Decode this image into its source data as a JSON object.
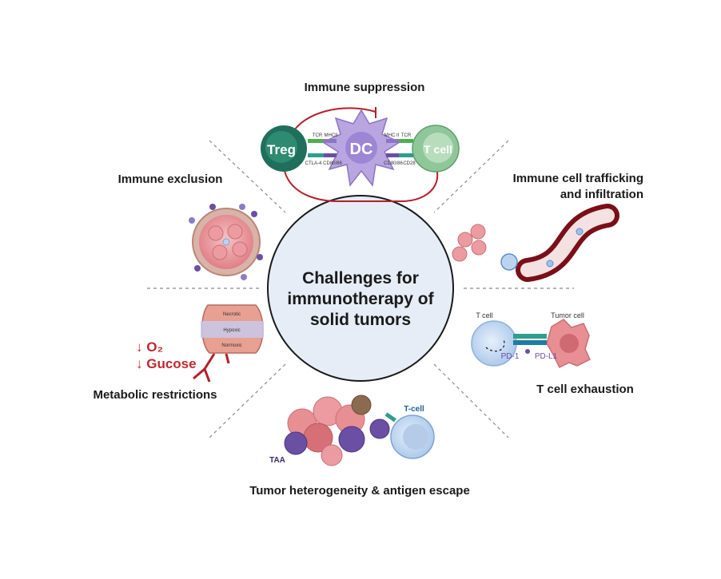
{
  "center": {
    "line1": "Challenges for",
    "line2": "immunotherapy of",
    "line3": "solid tumors"
  },
  "sections": {
    "immune_suppression": "Immune suppression",
    "immune_exclusion": "Immune exclusion",
    "trafficking_line1": "Immune cell trafficking",
    "trafficking_line2": "and infiltration",
    "metabolic": "Metabolic restrictions",
    "exhaustion": "T cell exhaustion",
    "heterogeneity": "Tumor heterogeneity & antigen escape"
  },
  "suppression_panel": {
    "treg": "Treg",
    "dc": "DC",
    "tcell": "T cell",
    "tcr_left": "TCR",
    "mhc_left": "MHCII",
    "mhc_right": "MHC II",
    "tcr_right": "TCR",
    "ctla4": "CTLA-4",
    "cd80_left": "CD80/86",
    "cd80_right": "CD80/86",
    "cd28": "CD28"
  },
  "metabolic_panel": {
    "necrotic": "Necrotic",
    "hypoxic": "Hypoxic",
    "normoxic": "Normoxic",
    "o2": "↓ O₂",
    "glucose": "↓ Gucose"
  },
  "exhaustion_panel": {
    "tcell": "T cell",
    "tumor_cell": "Tumor cell",
    "pd1": "PD-1",
    "pdl1": "PD-L1"
  },
  "heterogeneity_panel": {
    "taa": "TAA",
    "tcell": "T-cell"
  },
  "colors": {
    "center_fill": "#e6edf7",
    "treg": "#1f6f5c",
    "dc": "#b9a6e0",
    "tcell_green": "#8fc79a",
    "vessel": "#b3202a",
    "tumor_pink": "#e88f93",
    "purple_cell": "#6a4fa3",
    "metabolic_red": "#c0282e"
  }
}
